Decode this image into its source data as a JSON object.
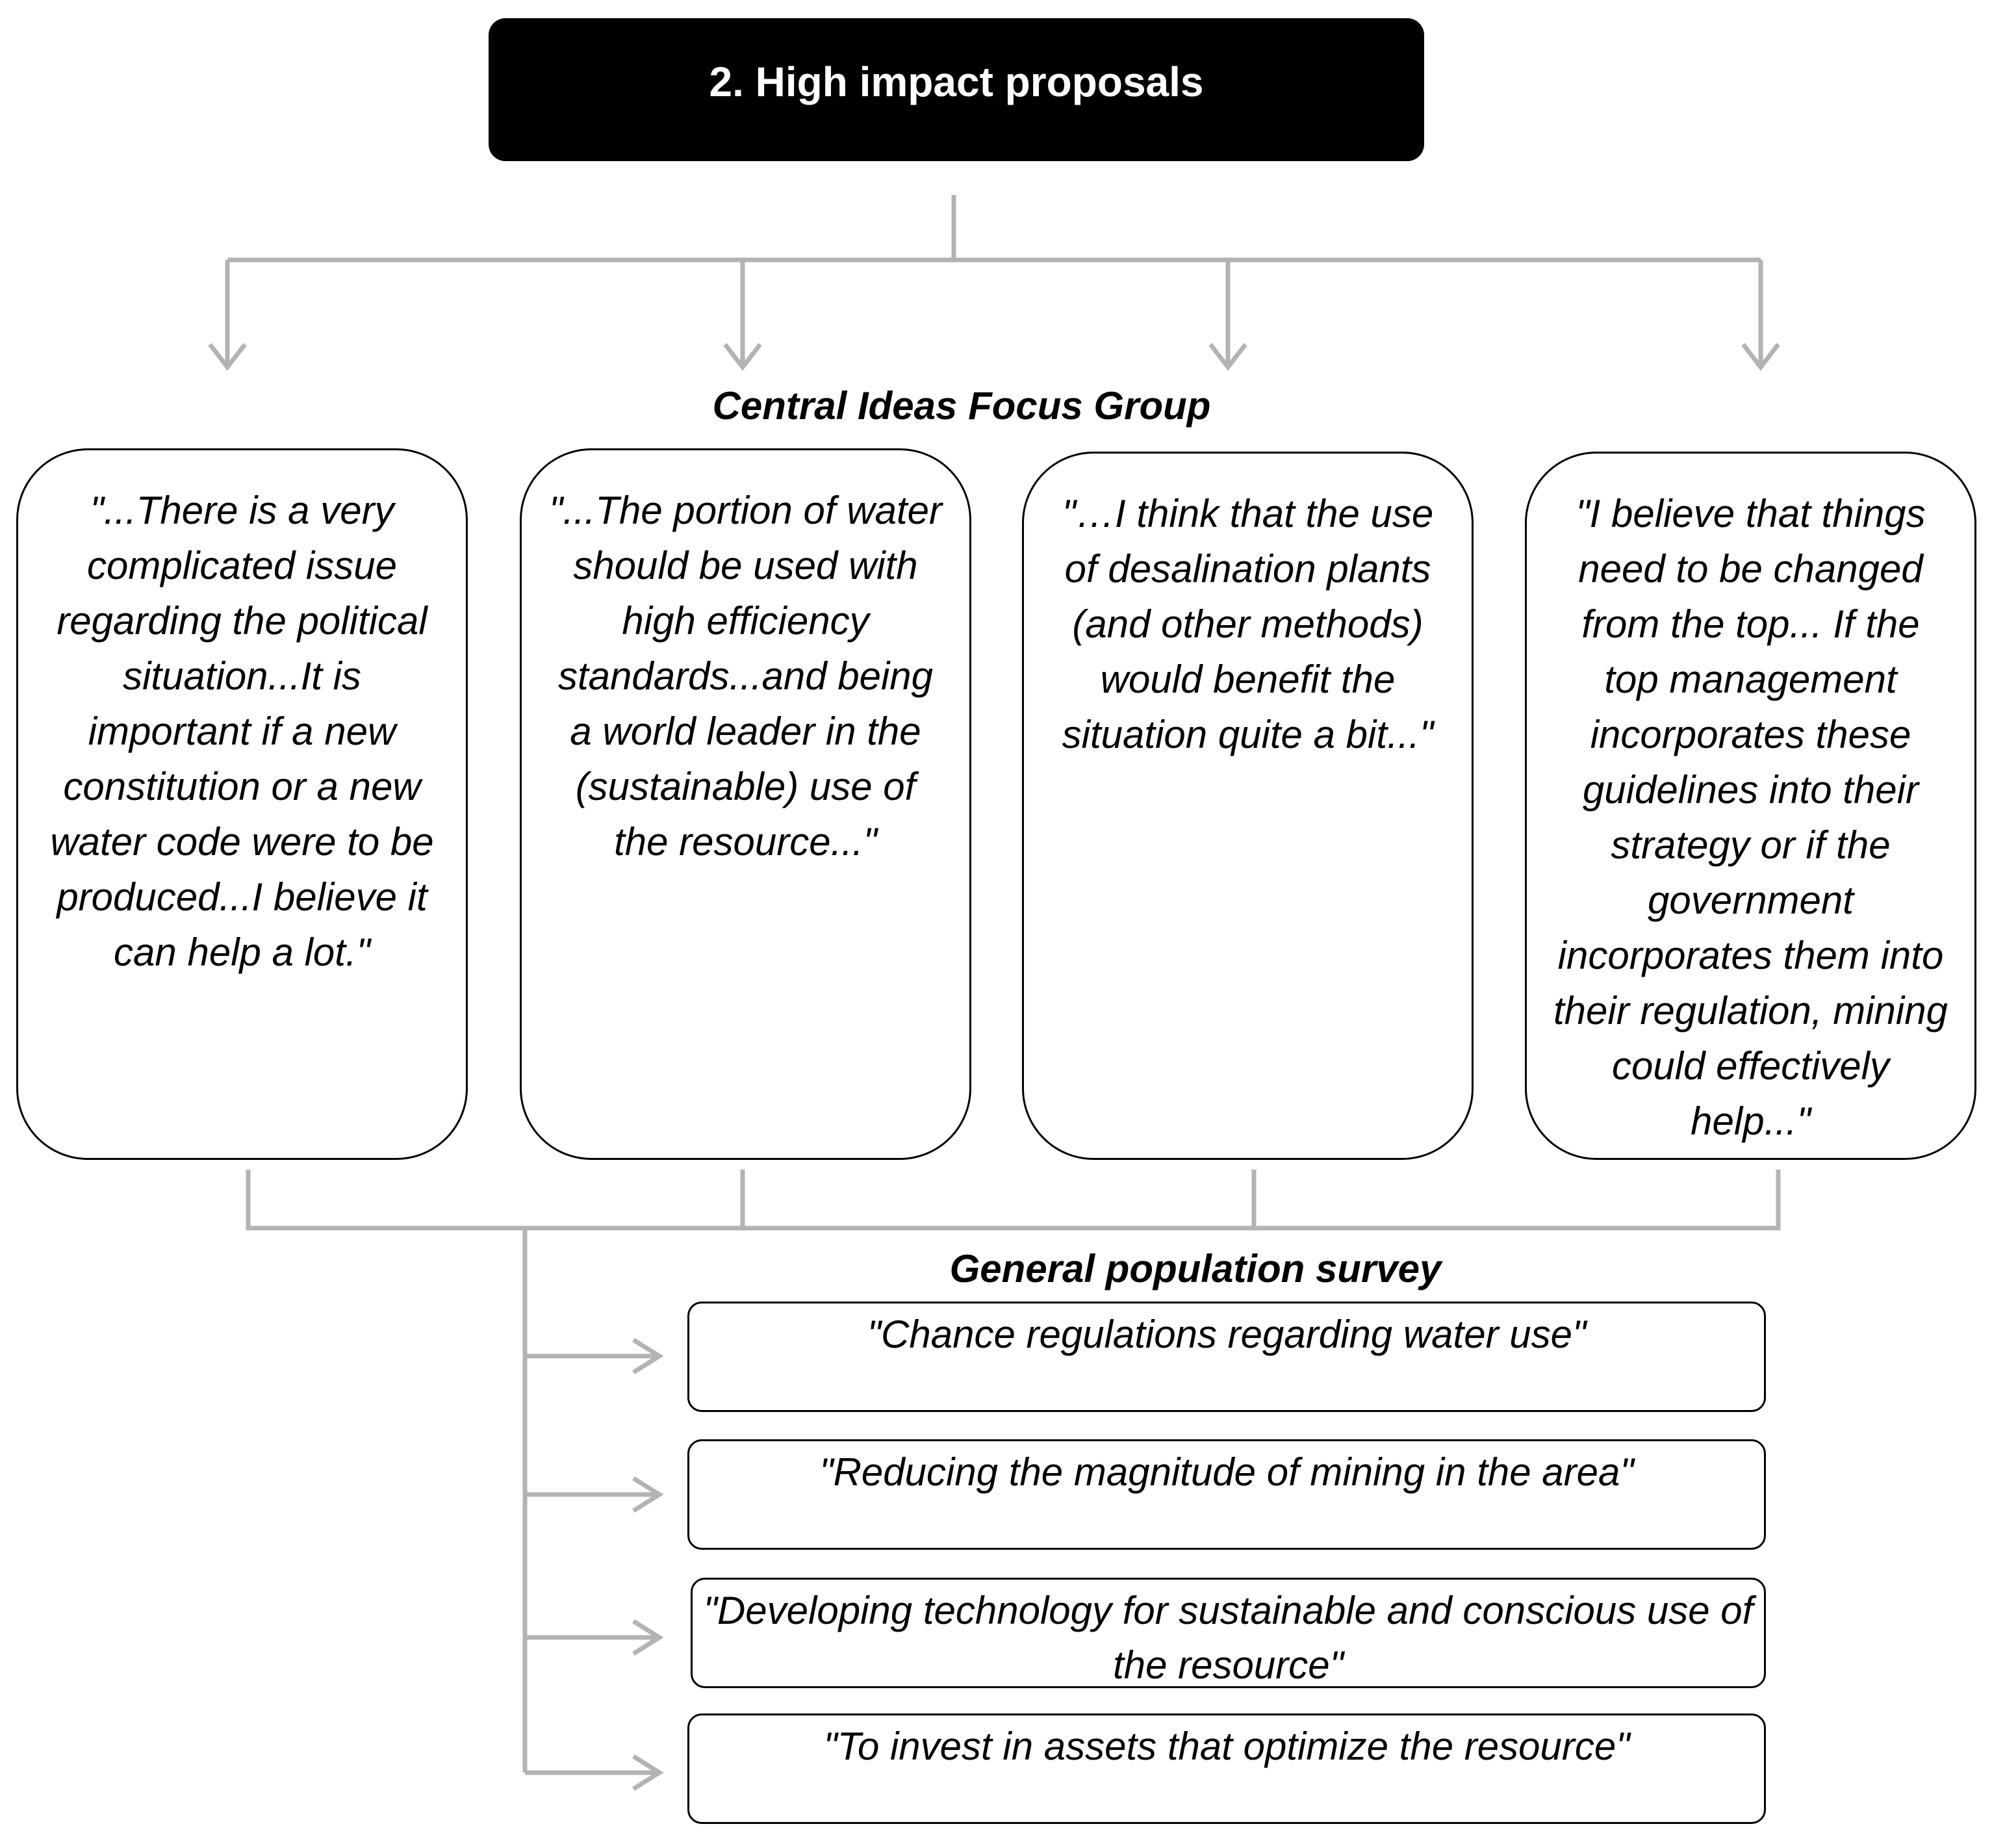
{
  "title": "2. High impact proposals",
  "focus_group": {
    "label": "Central Ideas Focus Group",
    "quotes": [
      "\"...There is a very complicated issue regarding the political situation...It is important if a new constitution or a new water code were to be produced...I believe it can help a lot.\"",
      "\"...The portion of water should be used with high efficiency standards...and being a world leader in the (sustainable) use of the resource...\"",
      "\"…I think that the use of desalination plants (and other methods) would benefit the situation quite a bit...\"",
      "\"I believe that things need to be changed from the top... If the top management incorporates these guidelines into their strategy or if the government incorporates them into their regulation, mining could effectively help...\""
    ]
  },
  "survey": {
    "label": "General population survey",
    "items": [
      "\"Chance regulations regarding water use\"",
      "\"Reducing the magnitude of mining in the area\"",
      "\"Developing technology for sustainable and conscious use of the resource\"",
      "\"To invest in assets that optimize the resource\""
    ]
  },
  "colors": {
    "connector": "#b3b3b3",
    "title_bg": "#000000",
    "title_text": "#ffffff"
  }
}
